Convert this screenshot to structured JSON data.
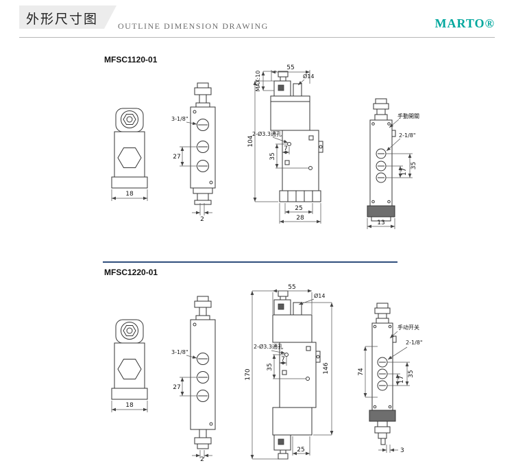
{
  "header": {
    "title_zh": "外形尺寸图",
    "title_en": "OUTLINE DIMENSION DRAWING",
    "brand": "MARTO®",
    "brand_color": "#00a79d"
  },
  "s1": {
    "model": "MFSC1120-01",
    "front": {
      "w18": "18"
    },
    "bottom": {
      "port": "3-1/8\"",
      "d27": "27",
      "d2": "2"
    },
    "main": {
      "d55": "55",
      "max10": "MAX:10",
      "dia14": "Ø14",
      "d104": "104",
      "holes": "2-Ø3.3通孔",
      "d7": "7",
      "d35": "35",
      "d25": "25",
      "d28": "28"
    },
    "side": {
      "manual": "手動開關",
      "port": "2-1/8\"",
      "d17": "17",
      "d35": "35",
      "d13": "13"
    }
  },
  "s2": {
    "model": "MFSC1220-01",
    "front": {
      "w18": "18"
    },
    "bottom": {
      "port": "3-1/8\"",
      "d27": "27",
      "d2": "2"
    },
    "main": {
      "d55": "55",
      "dia14": "Ø14",
      "d170": "170",
      "holes": "2-Ø3.3通孔",
      "d7": "7",
      "d35": "35",
      "d146": "146",
      "d25": "25"
    },
    "side": {
      "manual": "手动开关",
      "port": "2-1/8\"",
      "d74": "74",
      "d17": "17",
      "d35": "35",
      "d3": "3"
    }
  }
}
